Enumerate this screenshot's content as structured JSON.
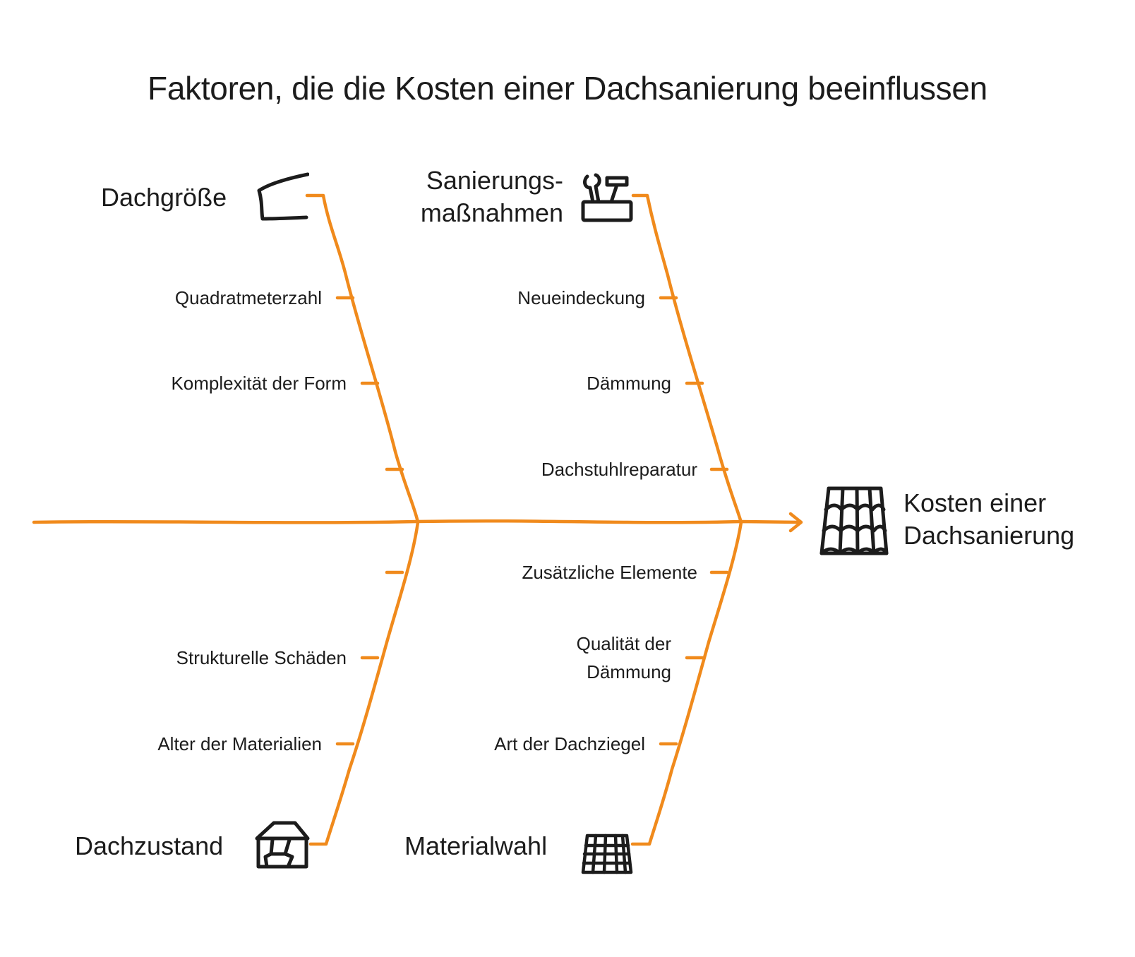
{
  "title": "Faktoren, die die Kosten einer Dachsanierung beeinflussen",
  "effect": {
    "line1": "Kosten einer",
    "line2": "Dachsanierung",
    "icon": "roof-tiles-icon"
  },
  "categories": {
    "dachgroesse": {
      "label": "Dachgröße",
      "icon": "roof-outline-icon",
      "causes": [
        "Quadratmeterzahl",
        "Komplexität der Form"
      ]
    },
    "sanierung": {
      "line1": "Sanierungs-",
      "line2": "maßnahmen",
      "icon": "toolbox-icon",
      "causes": [
        "Neueindeckung",
        "Dämmung",
        "Dachstuhlreparatur"
      ]
    },
    "dachzustand": {
      "label": "Dachzustand",
      "icon": "damaged-house-icon",
      "causes": [
        "Strukturelle Schäden",
        "Alter der Materialien"
      ]
    },
    "materialwahl": {
      "label": "Materialwahl",
      "icon": "tile-grid-icon",
      "causes": [
        "Zusätzliche Elemente",
        "Qualität der",
        "Dämmung",
        "Art der Dachziegel"
      ]
    }
  },
  "colors": {
    "bone": "#f08a1c",
    "ink": "#1c1c1c"
  }
}
